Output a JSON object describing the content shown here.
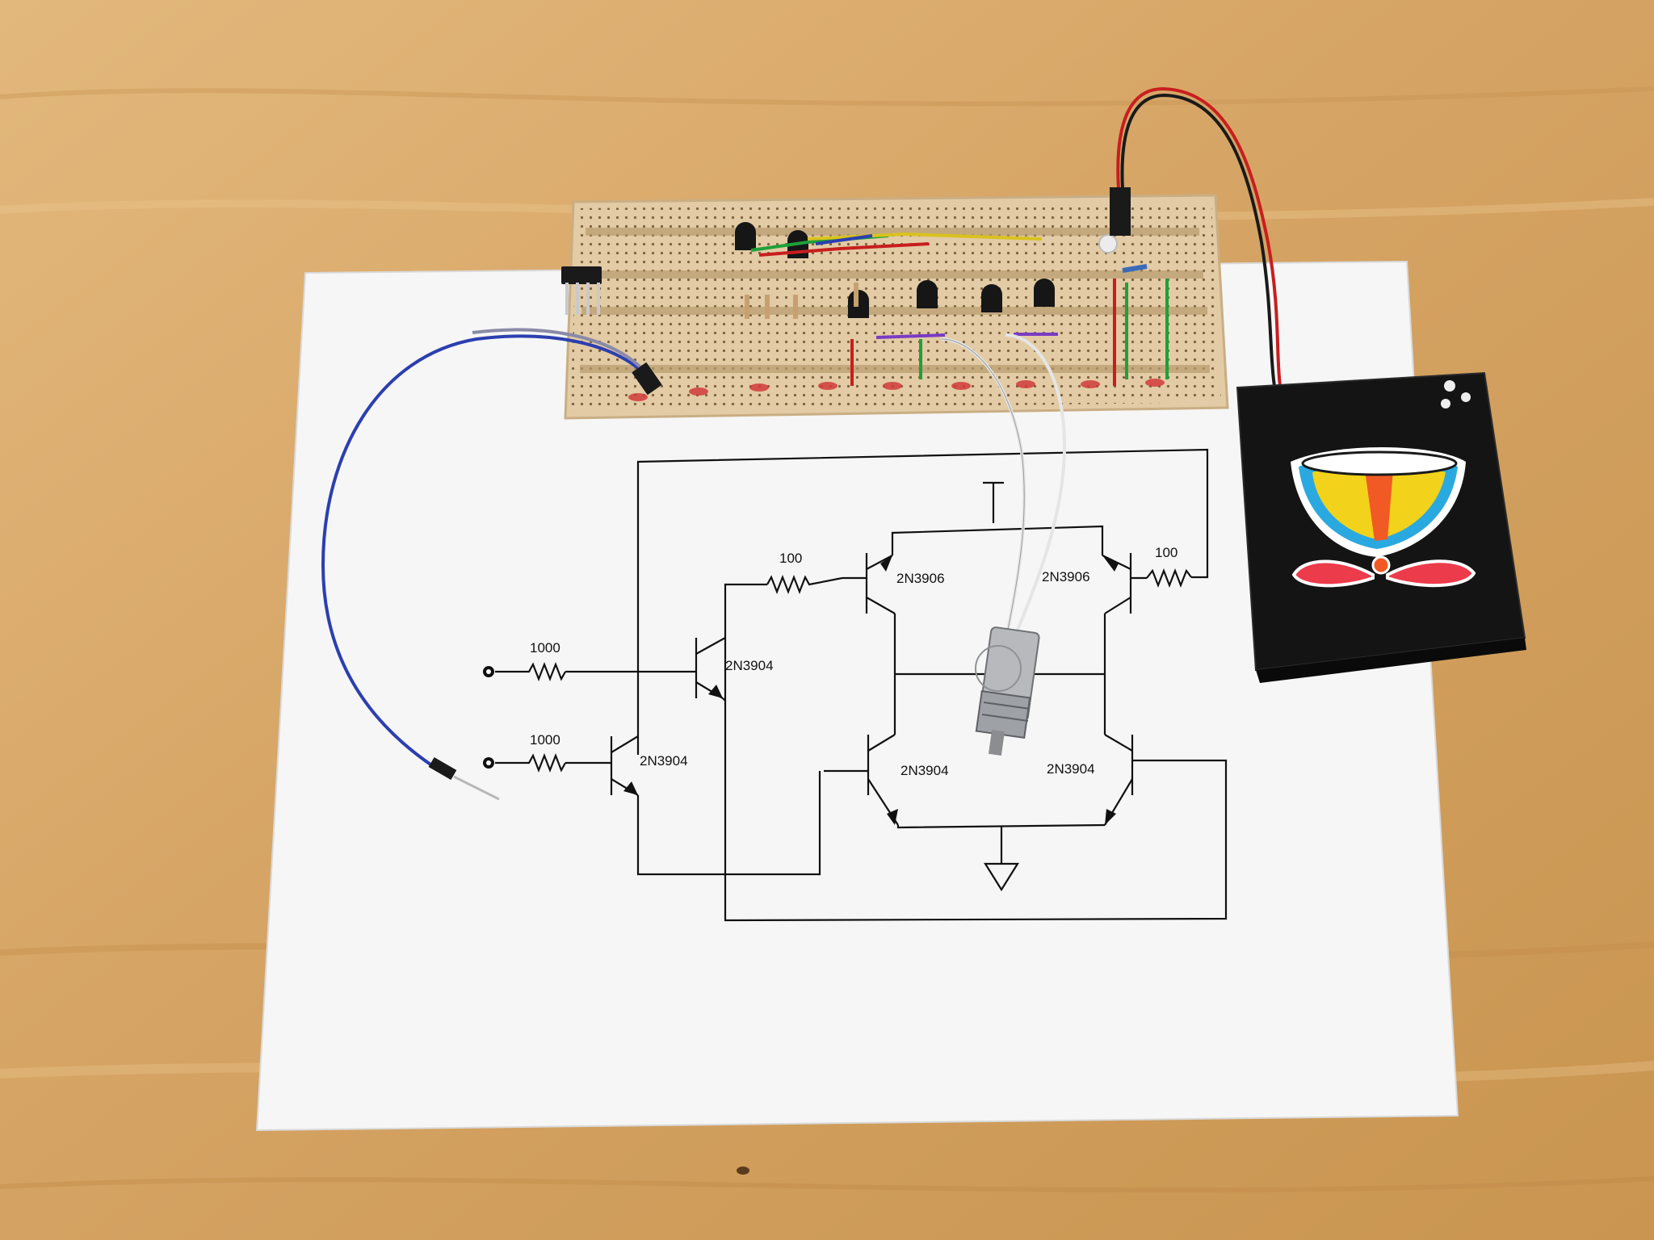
{
  "colors": {
    "table": "#d9aa6c",
    "table_light": "#e8c48c",
    "paper": "#fafafa",
    "board": "#e0c9a3",
    "ink": "#111111",
    "battery_box": "#141414",
    "wire_red": "#c81e1e",
    "wire_blue": "#2b3fb0",
    "wire_green": "#1fa03a",
    "wire_yellow": "#d9c21e"
  },
  "schematic": {
    "resistor_value_base_1": "1000",
    "resistor_value_base_2": "1000",
    "resistor_value_pnp_left": "100",
    "resistor_value_pnp_right": "100",
    "transistor_pre_driver_1": "2N3904",
    "transistor_pre_driver_2": "2N3904",
    "transistor_high_left": "2N3906",
    "transistor_high_right": "2N3906",
    "transistor_low_left": "2N3904",
    "transistor_low_right": "2N3904"
  }
}
